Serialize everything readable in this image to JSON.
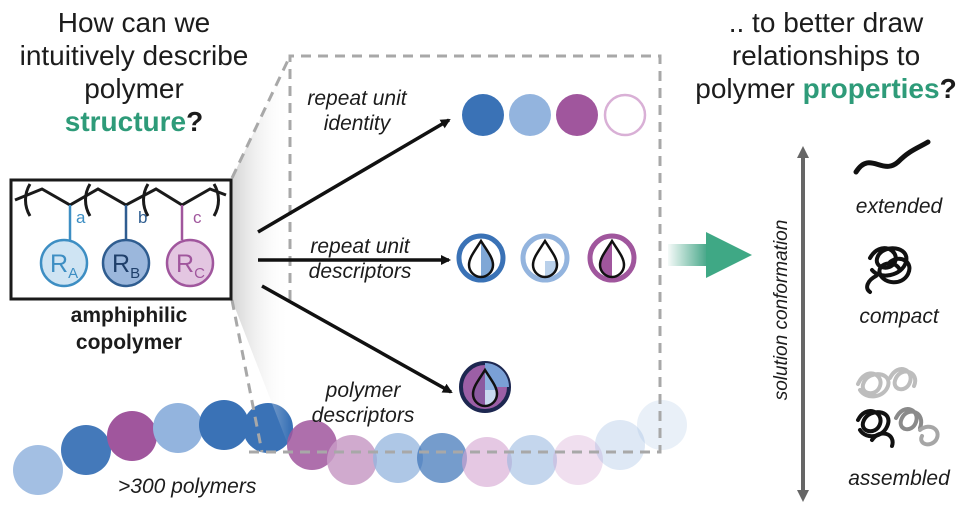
{
  "question_left": {
    "line1": "How can we",
    "line2": "intuitively describe",
    "line3": "polymer",
    "highlight": "structure",
    "suffix": "?"
  },
  "question_right": {
    "line1": ".. to better draw",
    "line2": "relationships to",
    "line3_prefix": "polymer ",
    "highlight": "properties",
    "suffix": "?"
  },
  "polymer_structure": {
    "sub_a": "a",
    "sub_b": "b",
    "sub_c": "c",
    "r_letter": "R",
    "sub_ra": "A",
    "sub_rb": "B",
    "sub_rc": "C"
  },
  "copolymer_label": {
    "line1": "amphiphilic",
    "line2": "copolymer"
  },
  "descriptors": {
    "repeat_identity": {
      "line1": "repeat unit",
      "line2": "identity"
    },
    "repeat_descriptors": {
      "line1": "repeat unit",
      "line2": "descriptors"
    },
    "polymer_descriptors": {
      "line1": "polymer",
      "line2": "descriptors"
    }
  },
  "polymer_count_label": ">300 polymers",
  "axis_label": "solution conformation",
  "conformations": [
    "extended",
    "compact",
    "assembled"
  ],
  "colors": {
    "accent_green": "#2e9b79",
    "blue_dark": "#3a72b6",
    "blue_light": "#93b4de",
    "purple": "#a0569d",
    "purple_light": "#d9b0d6",
    "cyan": "#5aa9d4"
  }
}
